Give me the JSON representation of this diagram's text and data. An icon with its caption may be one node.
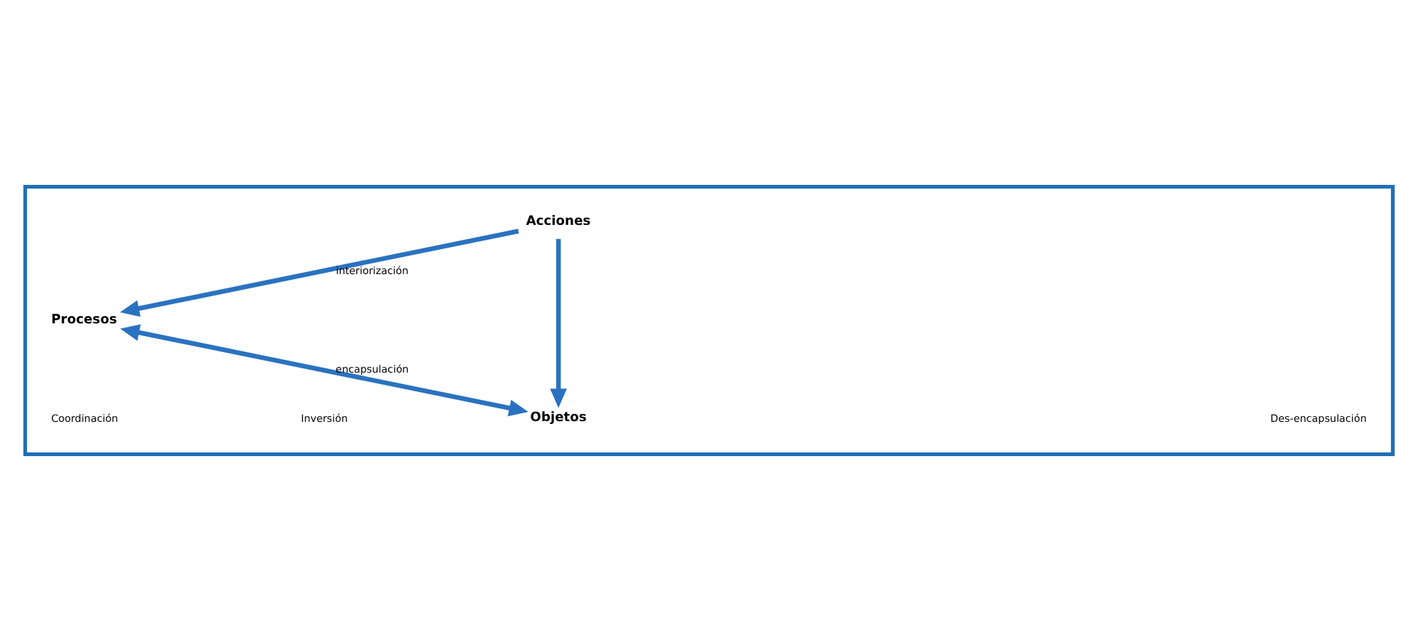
{
  "diagram": {
    "nodes": [
      {
        "text": [],
        "shape": "box"
      },
      {
        "text": [
          "Acciones"
        ],
        "in": 0
      },
      {
        "text": [
          "Procesos"
        ],
        "in": 0
      },
      {
        "text": [
          "Objetos"
        ],
        "in": 0
      }
    ],
    "edges": [
      {
        "from": 1,
        "to": 2,
        "arrow": "to",
        "label": "interiorización"
      },
      {
        "from": 1,
        "to": 3,
        "arrow": "to"
      },
      {
        "from": 2,
        "to": 3,
        "arrow": "both",
        "label": "encapsulación"
      }
    ],
    "labels": [
      "Des-encapsulación",
      "Coordinación",
      "Inversión"
    ]
  }
}
